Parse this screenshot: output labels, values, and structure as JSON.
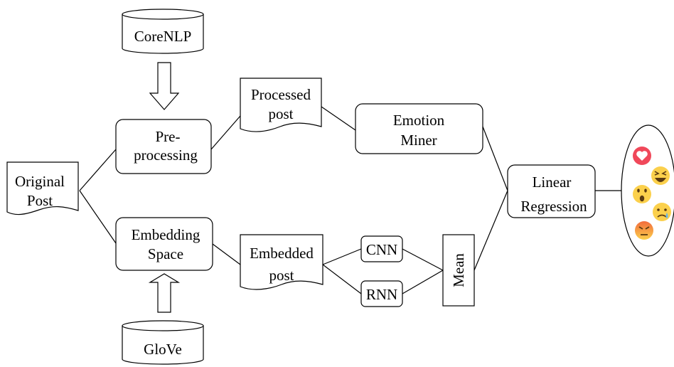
{
  "nodes": {
    "corenlp": "CoreNLP",
    "glove": "GloVe",
    "original_post": [
      "Original",
      "Post"
    ],
    "preprocessing": [
      "Pre-",
      "processing"
    ],
    "embedding_space": [
      "Embedding",
      "Space"
    ],
    "processed_post": [
      "Processed",
      "post"
    ],
    "embedded_post": [
      "Embedded",
      "post"
    ],
    "emotion_miner": [
      "Emotion",
      "Miner"
    ],
    "cnn": "CNN",
    "rnn": "RNN",
    "mean": "Mean",
    "linear_regression": [
      "Linear",
      "Regression"
    ]
  },
  "reactions": {
    "icons": [
      "love-reaction-icon",
      "haha-reaction-icon",
      "wow-reaction-icon",
      "sad-reaction-icon",
      "angry-reaction-icon"
    ],
    "colors": {
      "love": "#f0485a",
      "emoji_yellow": "#fbd04c",
      "angry_top": "#f26b3c"
    }
  }
}
